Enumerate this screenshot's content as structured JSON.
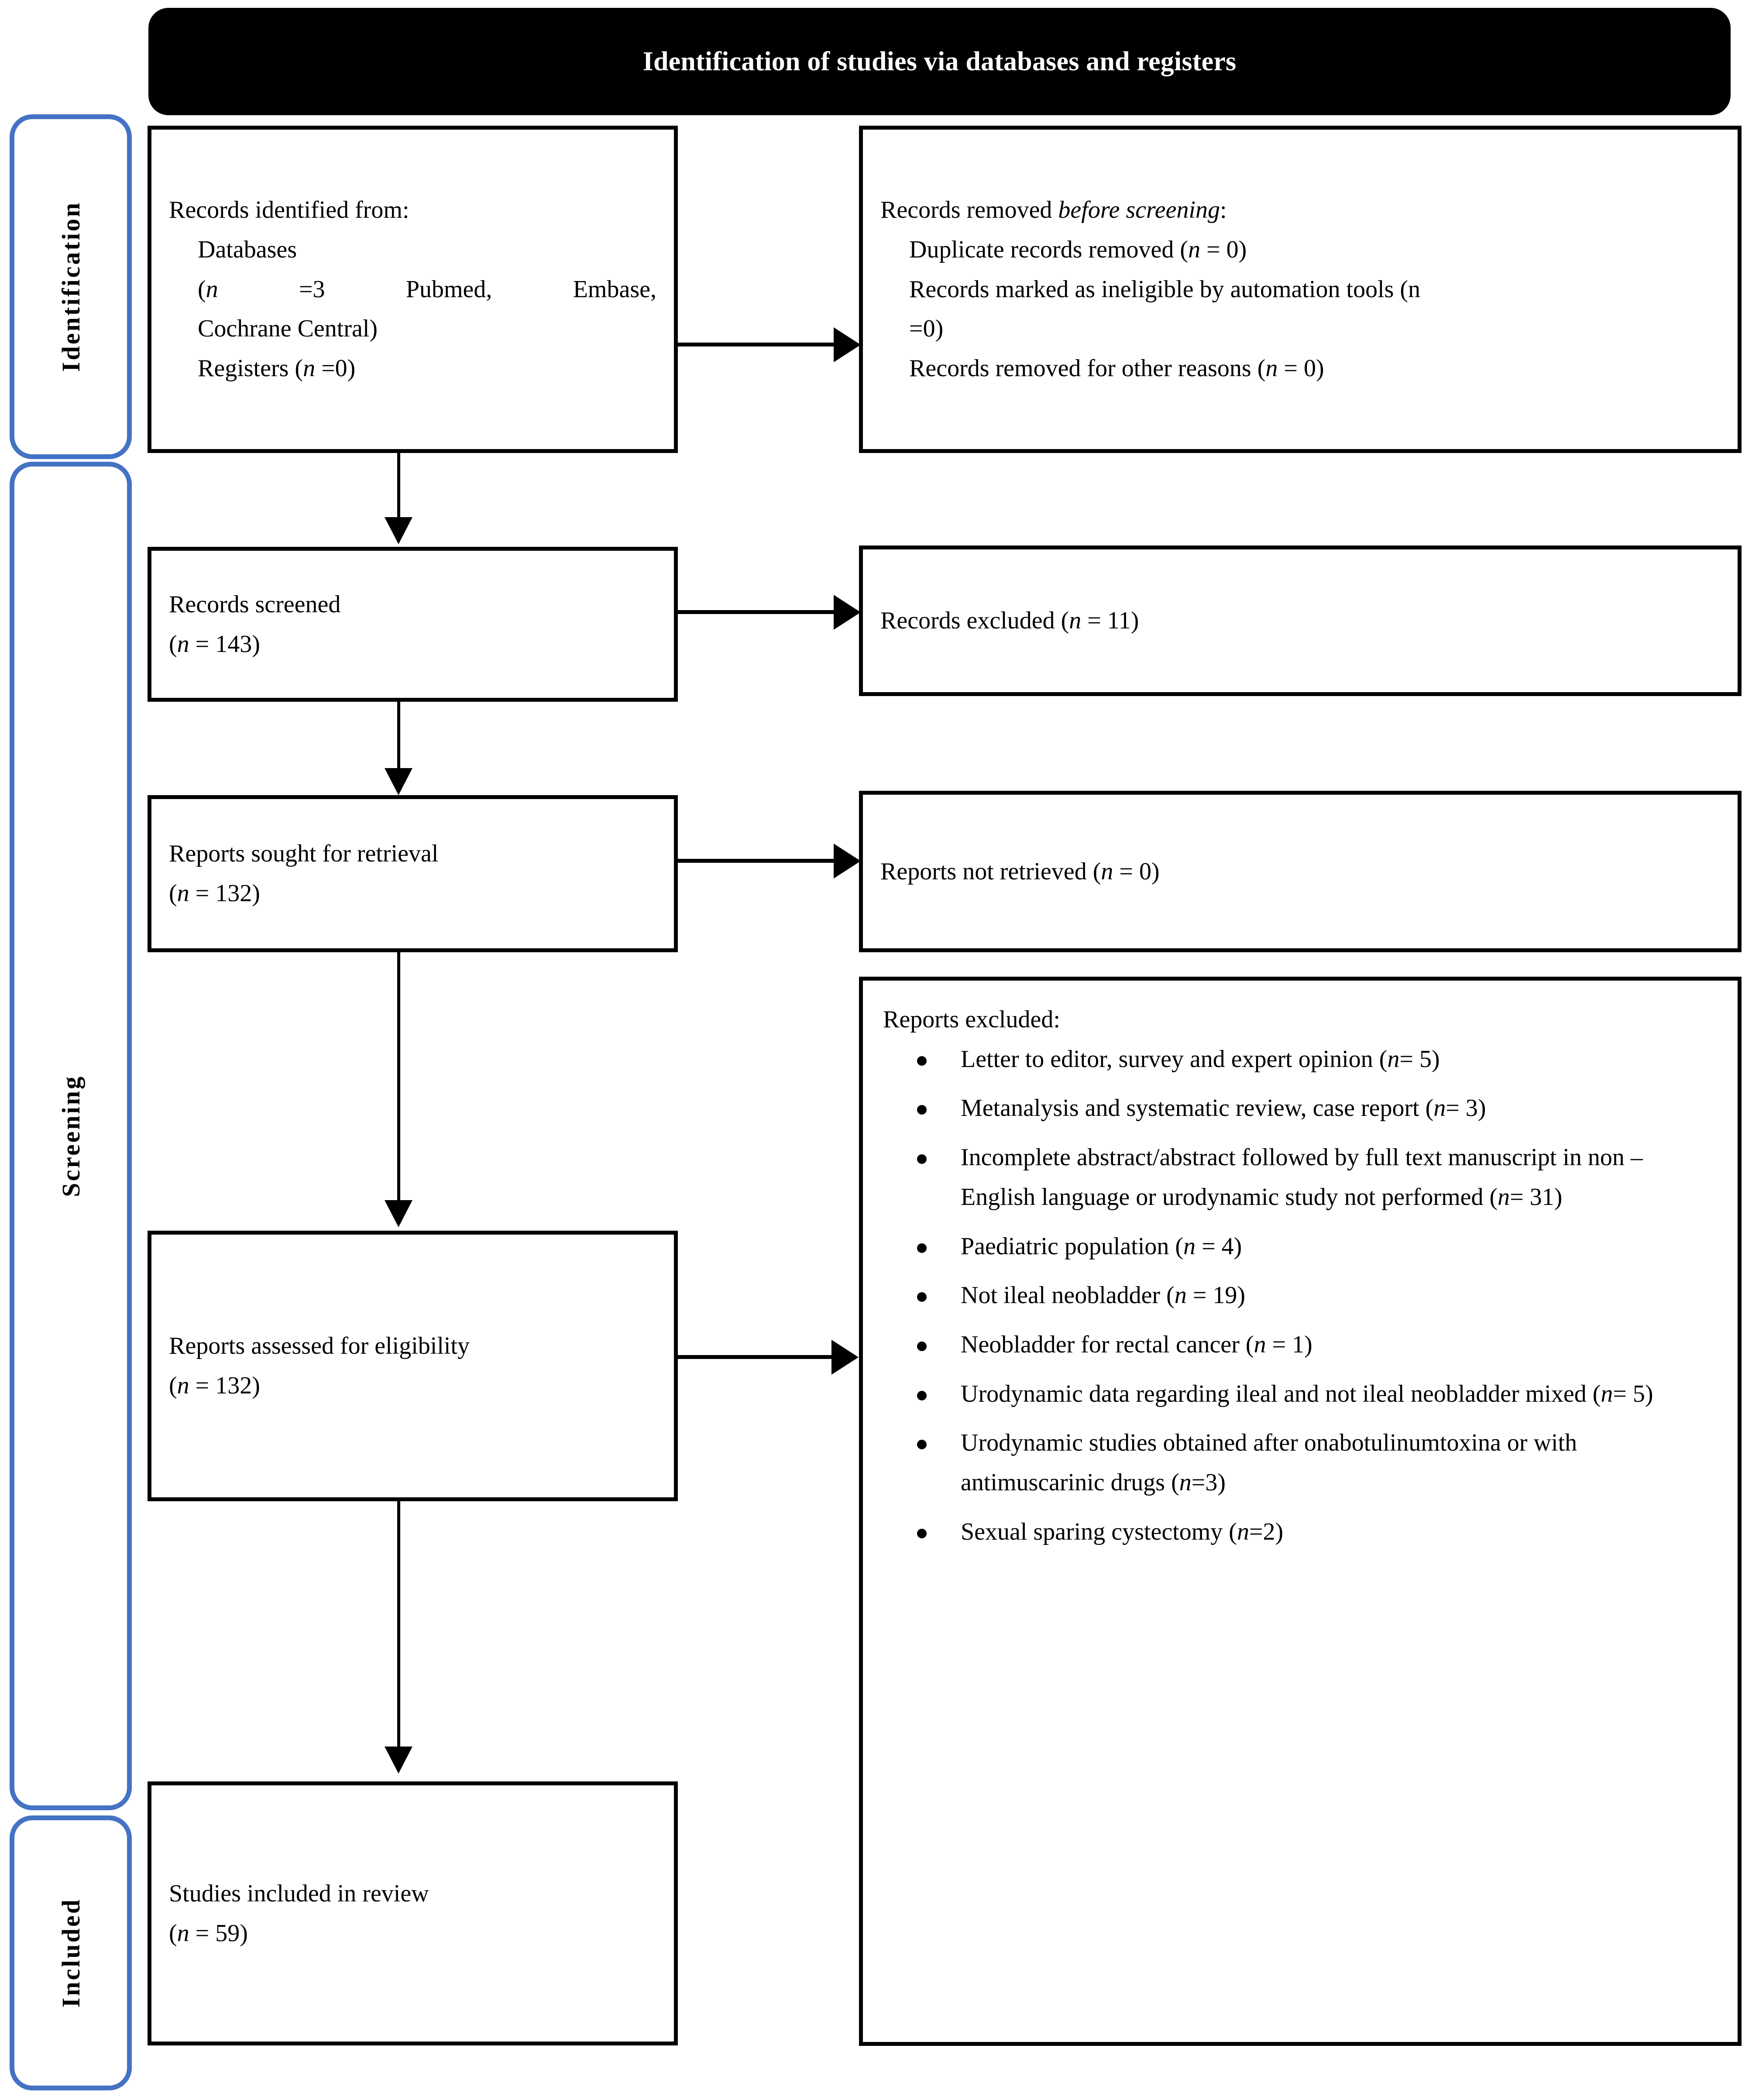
{
  "diagram": {
    "title": "Identification of studies via databases and registers",
    "accent_blue": "#4472C4",
    "box_border": "#000000",
    "banner_bg": "#000000",
    "banner_text_color": "#ffffff"
  },
  "stages": {
    "identification": "Identification",
    "screening": "Screening",
    "included": "Included"
  },
  "boxes": {
    "records_identified": {
      "line1": "Records identified from:",
      "line2": "Databases",
      "line3": "(n  =3  Pubmed,  Embase,",
      "line4": "Cochrane Central)",
      "line5": "Registers (n =0)"
    },
    "records_removed": {
      "heading_plain": "Records removed ",
      "heading_italic": "before screening",
      "heading_colon": ":",
      "item1": "Duplicate records removed (n = 0)",
      "item2": "Records marked as ineligible by automation tools (n",
      "item2b": "=0)",
      "item3": "Records removed for other reasons (n = 0)"
    },
    "records_screened": {
      "line1": "Records screened",
      "line2": "(n = 143)"
    },
    "records_excluded": {
      "line1": "Records excluded (n = 11)"
    },
    "reports_sought": {
      "line1": "Reports sought for retrieval",
      "line2": "(n = 132)"
    },
    "reports_not_retrieved": {
      "line1": "Reports not retrieved (n = 0)"
    },
    "reports_assessed": {
      "line1": "Reports assessed for eligibility",
      "line2": "(n = 132)"
    },
    "reports_excluded": {
      "heading": "Reports excluded:",
      "reasons": [
        "Letter to editor, survey and expert opinion (n= 5)",
        "Metanalysis and systematic review, case report (n= 3)",
        "Incomplete abstract/abstract followed by full text manuscript in non – English language or urodynamic study not performed (n= 31)",
        "Paediatric population (n = 4)",
        "Not ileal neobladder (n = 19)",
        "Neobladder for rectal cancer (n = 1)",
        "Urodynamic data regarding ileal and not ileal neobladder mixed (n= 5)",
        "Urodynamic studies obtained after onabotulinumtoxina or with antimuscarinic drugs (n=3)",
        "Sexual sparing cystectomy (n=2)"
      ]
    },
    "studies_included": {
      "line1": "Studies included in review",
      "line2": "(n = 59)"
    }
  },
  "chart_data": {
    "type": "table",
    "title": "PRISMA 2020 flow diagram — Identification of studies via databases and registers",
    "stages": [
      {
        "stage": "Identification",
        "label": "Records identified from Databases",
        "n": 3,
        "note": "Pubmed, Embase, Cochrane Central"
      },
      {
        "stage": "Identification",
        "label": "Registers",
        "n": 0
      },
      {
        "stage": "Identification",
        "label": "Duplicate records removed",
        "n": 0
      },
      {
        "stage": "Identification",
        "label": "Records marked as ineligible by automation tools",
        "n": 0
      },
      {
        "stage": "Identification",
        "label": "Records removed for other reasons",
        "n": 0
      },
      {
        "stage": "Screening",
        "label": "Records screened",
        "n": 143
      },
      {
        "stage": "Screening",
        "label": "Records excluded",
        "n": 11
      },
      {
        "stage": "Screening",
        "label": "Reports sought for retrieval",
        "n": 132
      },
      {
        "stage": "Screening",
        "label": "Reports not retrieved",
        "n": 0
      },
      {
        "stage": "Screening",
        "label": "Reports assessed for eligibility",
        "n": 132
      },
      {
        "stage": "Screening",
        "label": "Reports excluded — Letter to editor, survey and expert opinion",
        "n": 5
      },
      {
        "stage": "Screening",
        "label": "Reports excluded — Metanalysis and systematic review, case report",
        "n": 3
      },
      {
        "stage": "Screening",
        "label": "Reports excluded — Incomplete abstract/abstract followed by full text manuscript in non – English language or urodynamic study not performed",
        "n": 31
      },
      {
        "stage": "Screening",
        "label": "Reports excluded — Paediatric population",
        "n": 4
      },
      {
        "stage": "Screening",
        "label": "Reports excluded — Not ileal neobladder",
        "n": 19
      },
      {
        "stage": "Screening",
        "label": "Reports excluded — Neobladder for rectal cancer",
        "n": 1
      },
      {
        "stage": "Screening",
        "label": "Reports excluded — Urodynamic data regarding ileal and not ileal neobladder mixed",
        "n": 5
      },
      {
        "stage": "Screening",
        "label": "Reports excluded — Urodynamic studies obtained after onabotulinumtoxina or with antimuscarinic drugs",
        "n": 3
      },
      {
        "stage": "Screening",
        "label": "Reports excluded — Sexual sparing cystectomy",
        "n": 2
      },
      {
        "stage": "Included",
        "label": "Studies included in review",
        "n": 59
      }
    ]
  }
}
